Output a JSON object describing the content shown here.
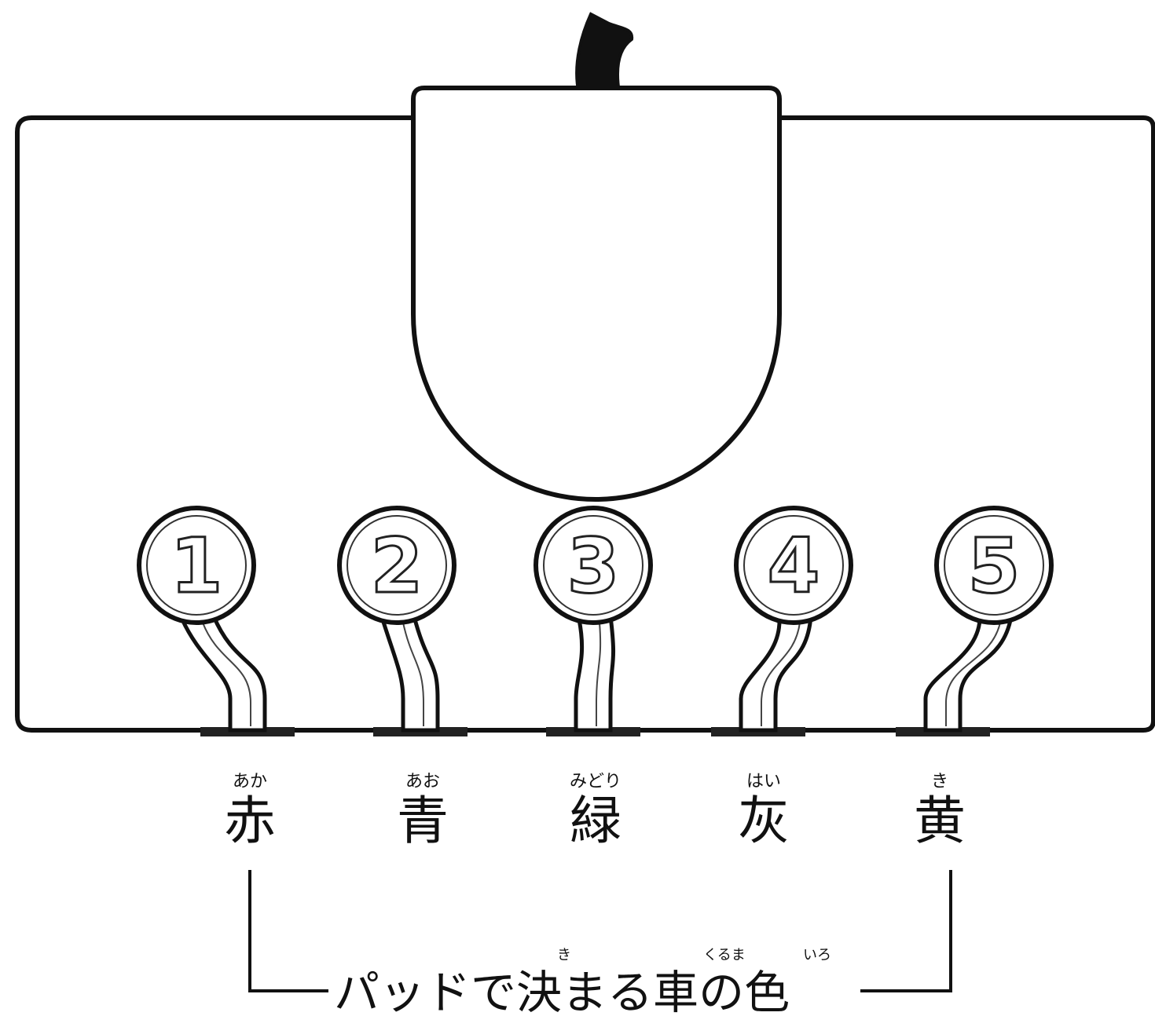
{
  "pads": [
    {
      "number": "1",
      "color_reading": "あか",
      "color_kanji": "赤"
    },
    {
      "number": "2",
      "color_reading": "あお",
      "color_kanji": "青"
    },
    {
      "number": "3",
      "color_reading": "みどり",
      "color_kanji": "緑"
    },
    {
      "number": "4",
      "color_reading": "はい",
      "color_kanji": "灰"
    },
    {
      "number": "5",
      "color_reading": "き",
      "color_kanji": "黄"
    }
  ],
  "caption": {
    "text_1": "パッドで",
    "kanji_kimaru": "決",
    "reading_kimaru": "き",
    "text_2": "まる",
    "kanji_kuruma": "車",
    "reading_kuruma": "くるま",
    "text_3": "の",
    "kanji_iro": "色",
    "reading_iro": "いろ"
  }
}
